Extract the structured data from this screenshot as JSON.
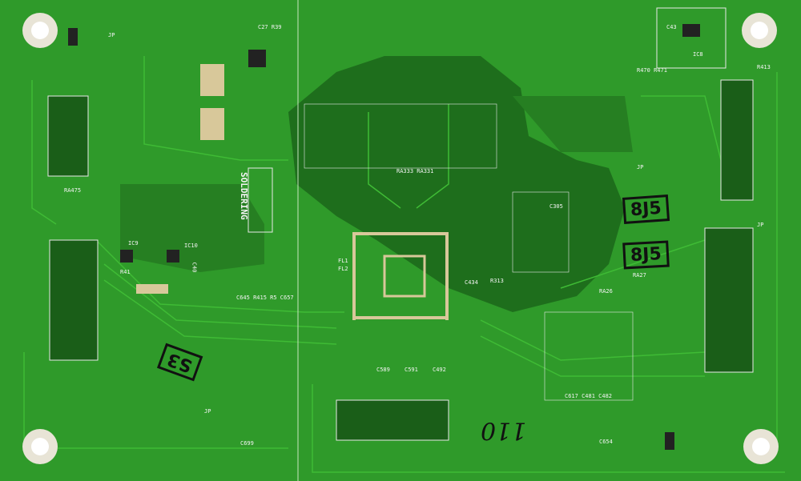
{
  "board": {
    "colors": {
      "base": "#2f9a2a",
      "ground_pour": "#1e6e1c",
      "trace": "#3fbb35",
      "pad": "#d8c89a",
      "silk": "#f4f4f4"
    },
    "stamps": [
      "8J5",
      "8J5",
      "S3"
    ],
    "handwritten": "110",
    "silkscreen": {
      "soldering": "SOLDERING",
      "jp": "JP",
      "ic8": "IC8",
      "ic9": "IC9",
      "ic10": "IC10",
      "c645_row": "C645 R415  R5 C657",
      "c27": "C27 R39",
      "ra333": "RA333 RA331",
      "c589": "C589",
      "c591": "C591",
      "c492": "C492",
      "c699": "C699",
      "c654": "C654",
      "c617": "C617 C481 C482",
      "ra475": "RA475",
      "r413": "R413",
      "r470": "R470 R471",
      "c43": "C43",
      "fl1": "FL1",
      "fl2": "FL2",
      "c305": "C305",
      "c434": "C434",
      "r313": "R313",
      "ra26": "RA26",
      "ra27": "RA27",
      "r41": "R41",
      "c40": "C40"
    }
  }
}
